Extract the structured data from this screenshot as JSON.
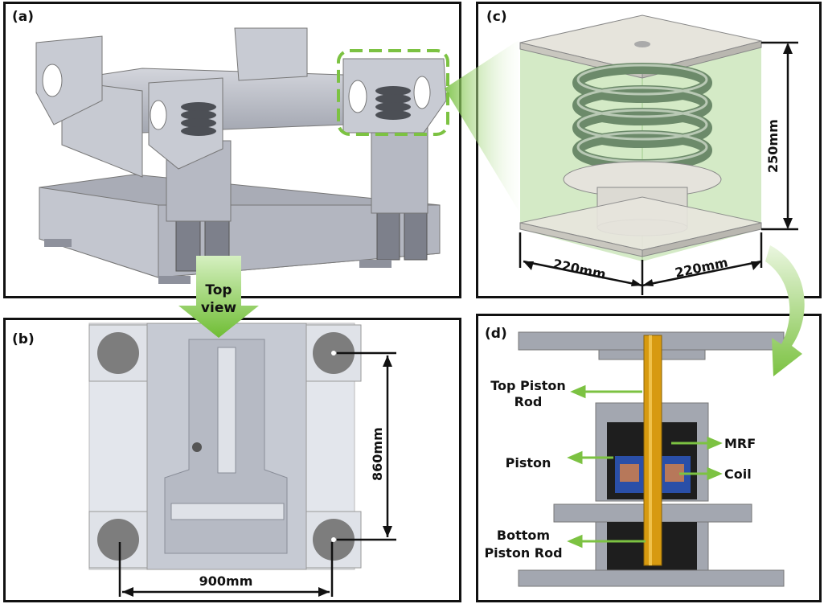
{
  "panels": {
    "a": {
      "label": "(a)"
    },
    "b": {
      "label": "(b)"
    },
    "c": {
      "label": "(c)"
    },
    "d": {
      "label": "(d)"
    }
  },
  "arrow_label": {
    "line1": "Top",
    "line2": "view"
  },
  "dimensions": {
    "depth": "860mm",
    "width": "900mm",
    "height": "250mm",
    "side_left": "220mm",
    "side_right": "220mm"
  },
  "annotations": {
    "top_piston_rod_1": "Top Piston",
    "top_piston_rod_2": "Rod",
    "piston": "Piston",
    "bottom_piston_rod_1": "Bottom",
    "bottom_piston_rod_2": "Piston Rod",
    "mrf": "MRF",
    "coil": "Coil"
  },
  "colors": {
    "frame": "#b9bcc6",
    "frame_dark": "#8e919c",
    "highlight": "#7cc242",
    "box_fill": "#cfe8c0",
    "rod": "#d79a10",
    "piston": "#2a4fa8",
    "coil": "#b7785a"
  }
}
